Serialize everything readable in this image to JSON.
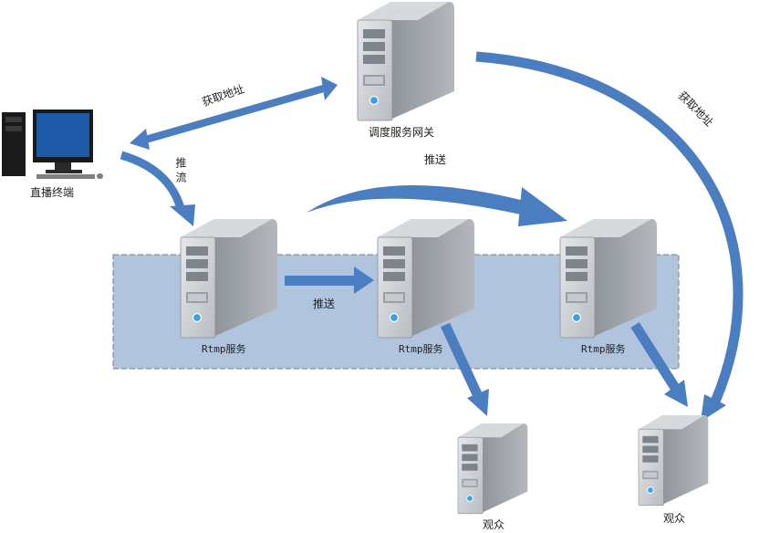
{
  "diagram": {
    "nodes": {
      "terminal": {
        "label": "直播终端",
        "icon": "desktop-computer-icon"
      },
      "gateway": {
        "label": "调度服务网关",
        "icon": "server-icon"
      },
      "rtmp_1": {
        "label": "Rtmp服务",
        "icon": "server-icon"
      },
      "rtmp_2": {
        "label": "Rtmp服务",
        "icon": "server-icon"
      },
      "rtmp_3": {
        "label": "Rtmp服务",
        "icon": "server-icon"
      },
      "viewer_1": {
        "label": "观众",
        "icon": "server-icon"
      },
      "viewer_2": {
        "label": "观众",
        "icon": "server-icon"
      }
    },
    "edges": {
      "terminal_gateway": {
        "label": "获取地址",
        "from": "terminal",
        "to": "gateway",
        "direction": "both"
      },
      "gateway_viewer": {
        "label": "获取地址",
        "from": "gateway",
        "to": "viewer_2",
        "direction": "forward"
      },
      "terminal_rtmp1": {
        "label": "推流",
        "from": "terminal",
        "to": "rtmp_1",
        "direction": "forward"
      },
      "rtmp1_rtmp2": {
        "label": "推送",
        "from": "rtmp_1",
        "to": "rtmp_2",
        "direction": "forward"
      },
      "rtmp1_rtmp3": {
        "label": "推送",
        "from": "rtmp_1",
        "to": "rtmp_3",
        "direction": "forward"
      },
      "rtmp2_viewer1": {
        "label": "",
        "from": "rtmp_2",
        "to": "viewer_1",
        "direction": "forward"
      },
      "rtmp3_viewer2": {
        "label": "",
        "from": "rtmp_3",
        "to": "viewer_2",
        "direction": "forward"
      }
    },
    "colors": {
      "arrow": "#4a7ec1",
      "cluster_fill": "#b0c4de",
      "cluster_border": "#7f7f7f",
      "server_body": "#a9adb3",
      "server_front": "#c9ccd0",
      "screen": "#1f5aa8"
    }
  }
}
